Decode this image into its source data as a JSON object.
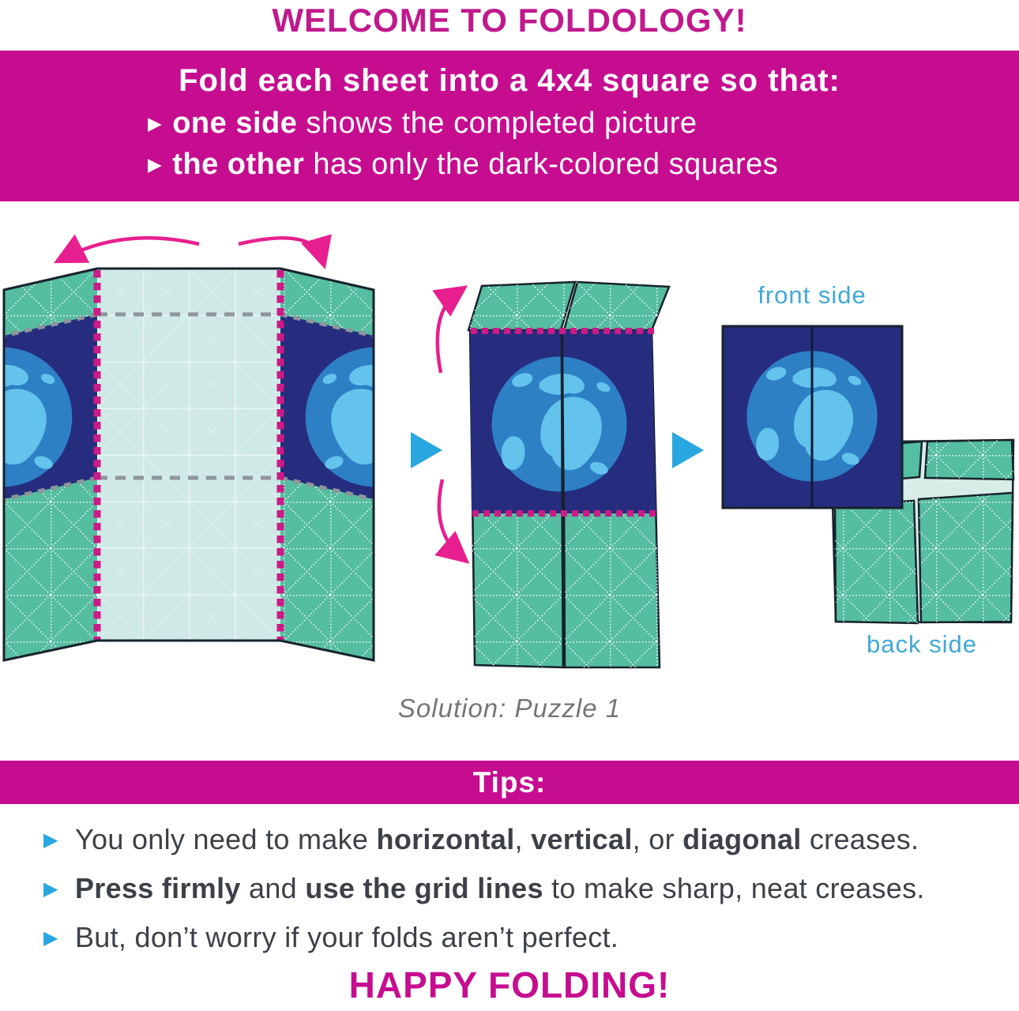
{
  "palette": {
    "magenta": "#c60d90",
    "title-magenta": "#c0198d",
    "teal": "#55bda0",
    "navy": "#262d7e",
    "mint": "#cfe9e6",
    "mint-light": "#d8ece8",
    "globe-ocean": "#2e80c5",
    "globe-land": "#64c3ec",
    "fold-dash": "#cc1a86",
    "arrow-pink": "#e81f8f",
    "step-blue": "#29a7e0",
    "label-blue": "#3fa9d6",
    "gray-dash": "#8e959b",
    "ink": "#16222c",
    "text-dark": "#3d4147",
    "text-gray": "#74767a"
  },
  "title": {
    "light": "WELCOME TO ",
    "bold": "FOLDOLOGY!"
  },
  "banner": {
    "heading": "Fold each sheet into a 4x4 square so that:",
    "bullets": [
      {
        "bullet": "▶",
        "segments": [
          {
            "t": "one side",
            "b": true
          },
          {
            "t": " shows the completed picture",
            "b": false
          }
        ]
      },
      {
        "bullet": "▶",
        "segments": [
          {
            "t": "the other",
            "b": true
          },
          {
            "t": " has only the dark-colored squares",
            "b": false
          }
        ]
      }
    ]
  },
  "diagram": {
    "front_label": "front side",
    "back_label": "back side",
    "caption": "Solution: Puzzle 1"
  },
  "tips": {
    "heading": "Tips:",
    "items": [
      {
        "bullet": "▶",
        "segments": [
          {
            "t": "You only need to make ",
            "b": false
          },
          {
            "t": "horizontal",
            "b": true
          },
          {
            "t": ", ",
            "b": false
          },
          {
            "t": "vertical",
            "b": true
          },
          {
            "t": ", or ",
            "b": false
          },
          {
            "t": "diagonal",
            "b": true
          },
          {
            "t": " creases.",
            "b": false
          }
        ]
      },
      {
        "bullet": "▶",
        "segments": [
          {
            "t": "Press firmly",
            "b": true
          },
          {
            "t": " and ",
            "b": false
          },
          {
            "t": "use the grid lines",
            "b": true
          },
          {
            "t": " to make sharp, neat creases.",
            "b": false
          }
        ]
      },
      {
        "bullet": "▶",
        "segments": [
          {
            "t": "But, don’t worry if your folds aren’t perfect.",
            "b": false
          }
        ]
      }
    ]
  },
  "footer": {
    "text": "HAPPY FOLDING!"
  }
}
